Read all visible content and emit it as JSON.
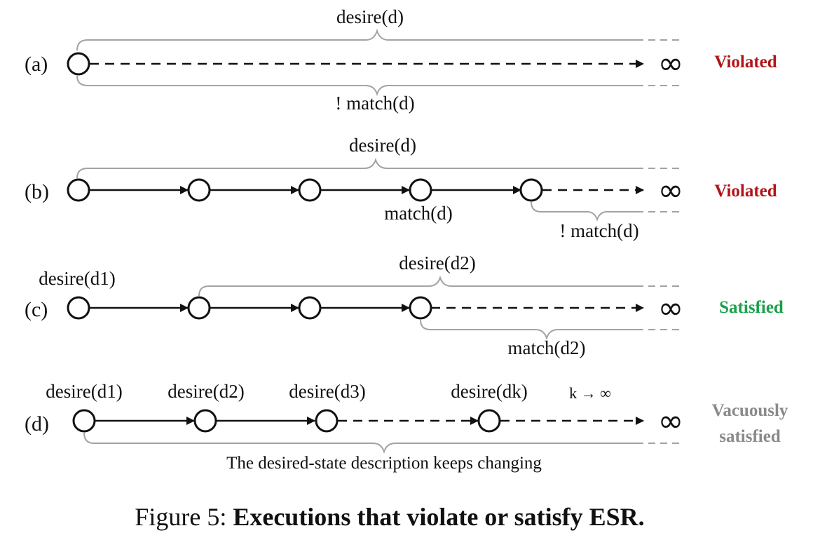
{
  "rows": {
    "a": {
      "label": "(a)",
      "top": "desire(d)",
      "bottom": "! match(d)",
      "verdict": "Violated"
    },
    "b": {
      "label": "(b)",
      "top": "desire(d)",
      "mid": "match(d)",
      "bottom": "! match(d)",
      "verdict": "Violated"
    },
    "c": {
      "label": "(c)",
      "left": "desire(d1)",
      "top": "desire(d2)",
      "bottom": "match(d2)",
      "verdict": "Satisfied"
    },
    "d": {
      "label": "(d)",
      "nodes": [
        "desire(d1)",
        "desire(d2)",
        "desire(d3)",
        "desire(dk)"
      ],
      "limit": "k → ∞",
      "verdict_line1": "Vacuously",
      "verdict_line2": "satisfied",
      "bottom": "The desired-state description keeps changing"
    }
  },
  "infinity": "∞",
  "caption": {
    "prefix": "Figure 5: ",
    "title": "Executions that violate or satisfy ESR."
  },
  "colors": {
    "violated": "#b01418",
    "satisfied": "#1aa04a",
    "vacuous": "#8a8a8a",
    "brace": "#a3a3a3"
  }
}
